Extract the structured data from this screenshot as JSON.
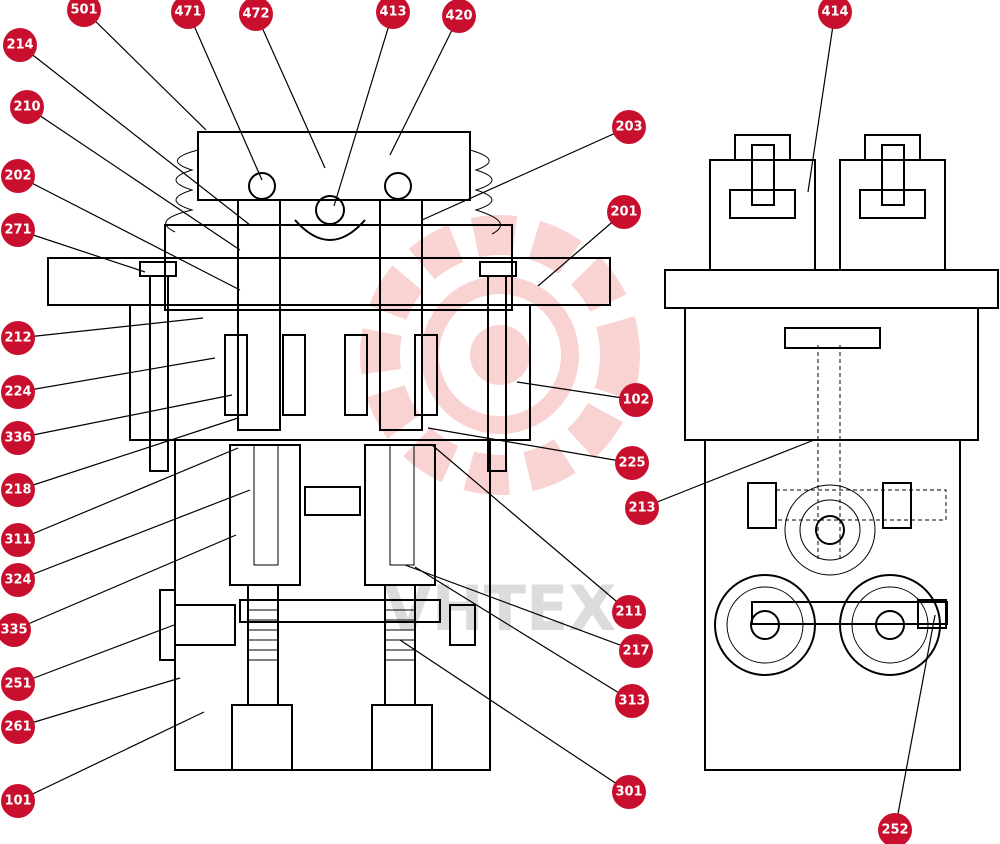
{
  "watermark": {
    "text": "VHTEX",
    "color": "#f2a0a0"
  },
  "callout_color": "#c8102e",
  "callouts": [
    "501",
    "471",
    "472",
    "413",
    "420",
    "414",
    "214",
    "210",
    "202",
    "271",
    "203",
    "201",
    "212",
    "224",
    "336",
    "102",
    "218",
    "225",
    "213",
    "311",
    "324",
    "335",
    "211",
    "217",
    "251",
    "261",
    "313",
    "101",
    "301",
    "252"
  ]
}
